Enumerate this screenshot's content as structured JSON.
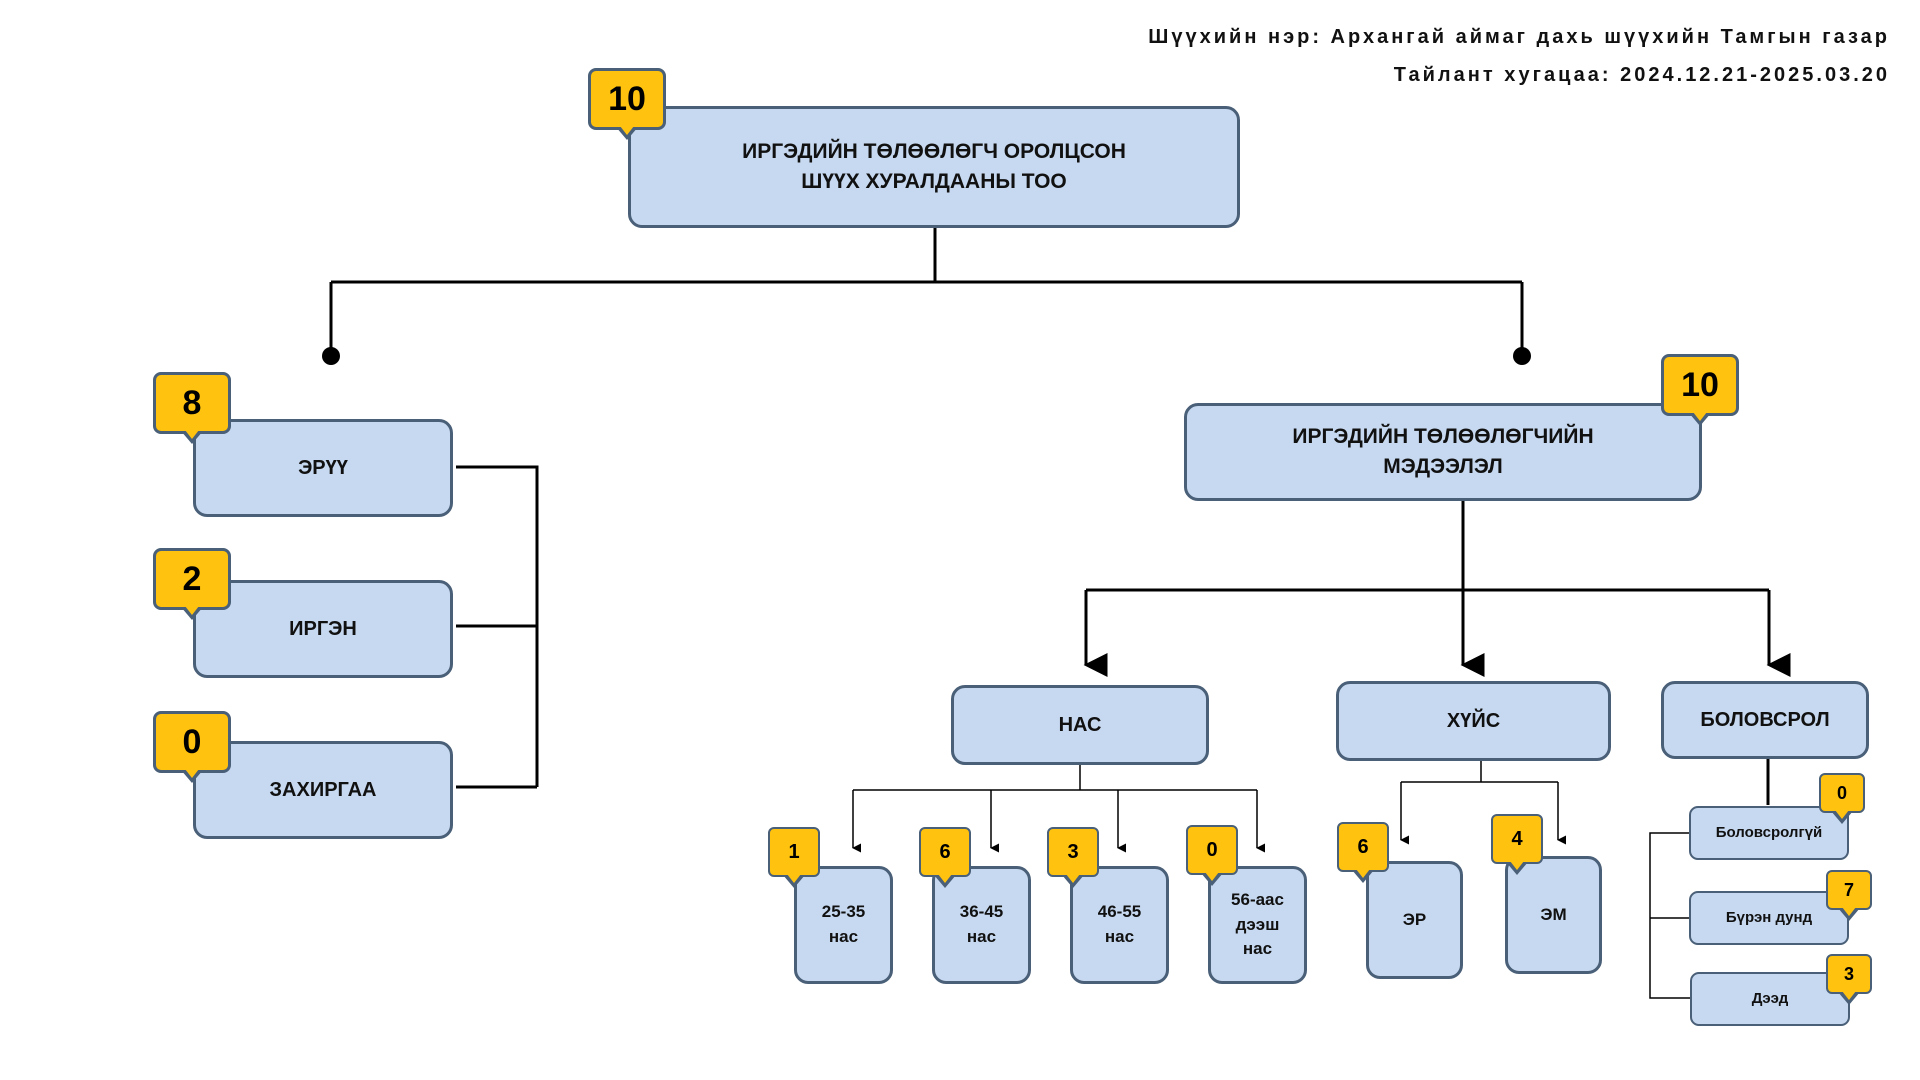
{
  "header": {
    "court_name": "Шүүхийн нэр: Архангай аймаг дахь шүүхийн Тамгын газар",
    "report_period": "Тайлант хугацаа: 2024.12.21-2025.03.20"
  },
  "root": {
    "label": "ИРГЭДИЙН ТӨЛӨӨЛӨГЧ ОРОЛЦСОН\nШҮҮХ ХУРАЛДААНЫ ТОО",
    "count": "10"
  },
  "case_types": [
    {
      "label": "ЭРҮҮ",
      "count": "8"
    },
    {
      "label": "ИРГЭН",
      "count": "2"
    },
    {
      "label": "ЗАХИРГАА",
      "count": "0"
    }
  ],
  "info": {
    "label": "ИРГЭДИЙН ТӨЛӨӨЛӨГЧИЙН\nМЭДЭЭЛЭЛ",
    "count": "10"
  },
  "age": {
    "label": "НАС",
    "groups": [
      {
        "label": "25-35\nнас",
        "count": "1"
      },
      {
        "label": "36-45\nнас",
        "count": "6"
      },
      {
        "label": "46-55\nнас",
        "count": "3"
      },
      {
        "label": "56-аас\nдээш\nнас",
        "count": "0"
      }
    ]
  },
  "gender": {
    "label": "ХҮЙС",
    "groups": [
      {
        "label": "ЭР",
        "count": "6"
      },
      {
        "label": "ЭМ",
        "count": "4"
      }
    ]
  },
  "education": {
    "label": "БОЛОВСРОЛ",
    "groups": [
      {
        "label": "Боловсролгүй",
        "count": "0"
      },
      {
        "label": "Бүрэн дунд",
        "count": "7"
      },
      {
        "label": "Дээд",
        "count": "3"
      }
    ]
  }
}
